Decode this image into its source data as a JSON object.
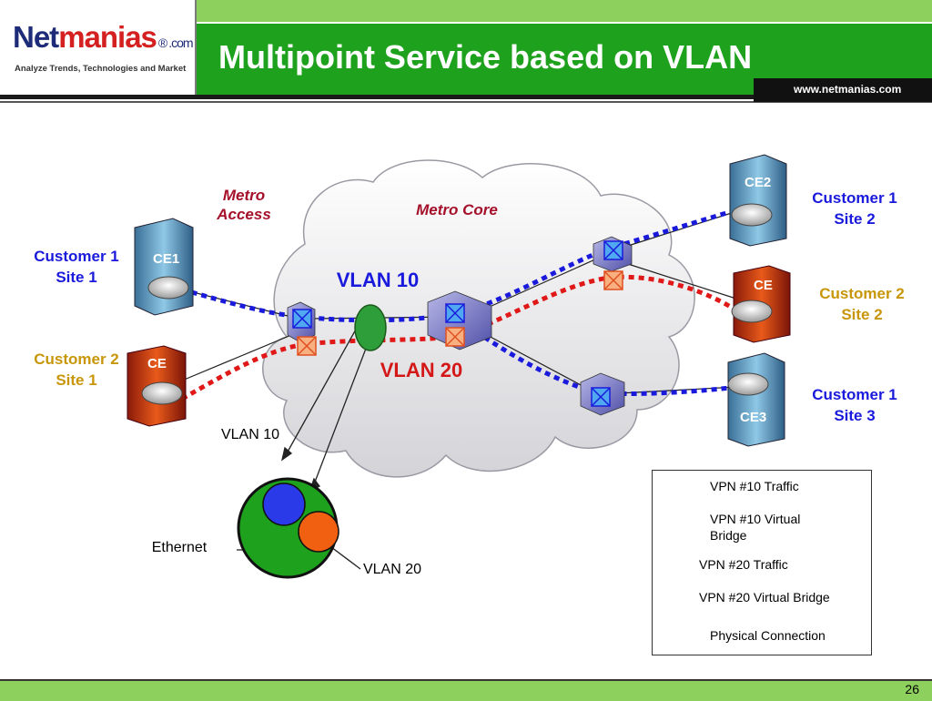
{
  "header": {
    "logo_main_dark": "Net",
    "logo_main_red": "manias",
    "logo_reg": "®",
    "logo_com": ".com",
    "logo_tagline": "Analyze Trends, Technologies and Market",
    "title": "Multipoint Service based on VLAN",
    "url": "www.netmanias.com"
  },
  "labels": {
    "metro_access": [
      "Metro",
      "Access"
    ],
    "metro_core": "Metro Core",
    "vlan10_big": "VLAN 10",
    "vlan20_big": "VLAN 20",
    "cust1_site1": [
      "Customer 1",
      "Site 1"
    ],
    "cust2_site1": [
      "Customer 2",
      "Site 1"
    ],
    "cust1_site2": [
      "Customer 1",
      "Site 2"
    ],
    "cust2_site2": [
      "Customer 2",
      "Site 2"
    ],
    "cust1_site3": [
      "Customer 1",
      "Site 3"
    ],
    "vlan10_small": "VLAN 10",
    "vlan20_small": "VLAN 20",
    "ethernet": "Ethernet"
  },
  "ce_tags": {
    "ce1": "CE1",
    "ce_left": "CE",
    "ce2": "CE2",
    "ce_right": "CE",
    "ce3": "CE3"
  },
  "legend": {
    "vpn10_traffic": "VPN #10 Traffic",
    "vpn10_bridge": [
      "VPN #10 Virtual",
      "Bridge"
    ],
    "vpn20_traffic": "VPN #20 Traffic",
    "vpn20_bridge": "VPN #20 Virtual Bridge",
    "physical": "Physical Connection"
  },
  "footer": {
    "page_number": "26"
  },
  "colors": {
    "title_green": "#1ea21e",
    "light_green": "#8ed05e",
    "vpn10_blue": "#1a1adc",
    "vpn20_red": "#e01818",
    "gold": "#c8960a",
    "maroon": "#a5102a"
  }
}
